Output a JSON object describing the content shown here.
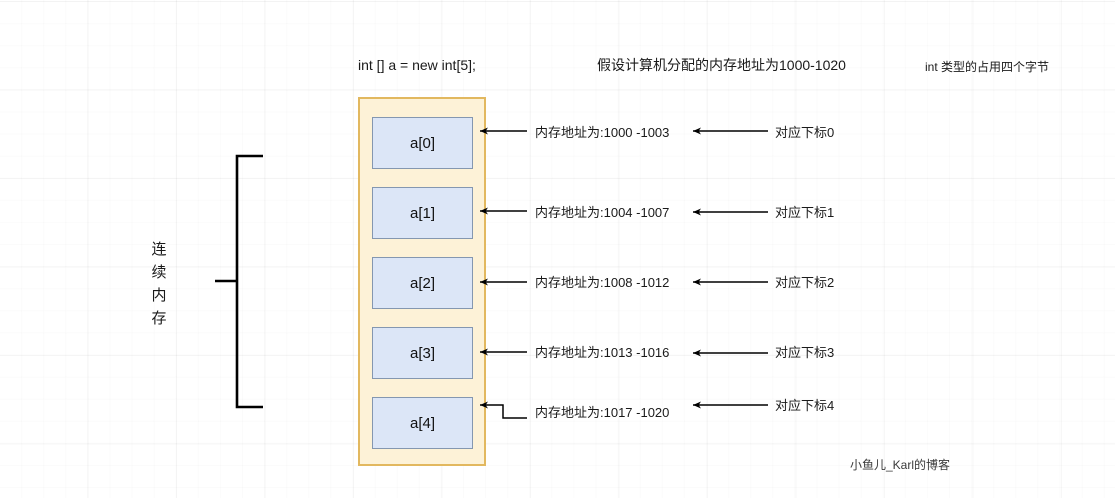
{
  "diagram": {
    "title_code": "int [] a = new int[5];",
    "title_memory": "假设计算机分配的内存地址为1000-1020",
    "title_int_size": "int 类型的占用四个字节",
    "brace_label": "连续内存",
    "watermark": "小鱼儿_Karl的博客",
    "colors": {
      "container_fill": "#fdf2d7",
      "container_border": "#e2b85f",
      "cell_fill": "#dce6f7",
      "cell_border": "#8497b0",
      "text": "#1a1a1a",
      "arrow": "#000000",
      "grid": "#f0f0f0"
    },
    "cells": [
      {
        "name": "a[0]",
        "address": "内存地址为:1000 -1003",
        "index": "对应下标0"
      },
      {
        "name": "a[1]",
        "address": "内存地址为:1004 -1007",
        "index": "对应下标1"
      },
      {
        "name": "a[2]",
        "address": "内存地址为:1008 -1012",
        "index": "对应下标2"
      },
      {
        "name": "a[3]",
        "address": "内存地址为:1013 -1016",
        "index": "对应下标3"
      },
      {
        "name": "a[4]",
        "address": "内存地址为:1017 -1020",
        "index": "对应下标4"
      }
    ]
  }
}
